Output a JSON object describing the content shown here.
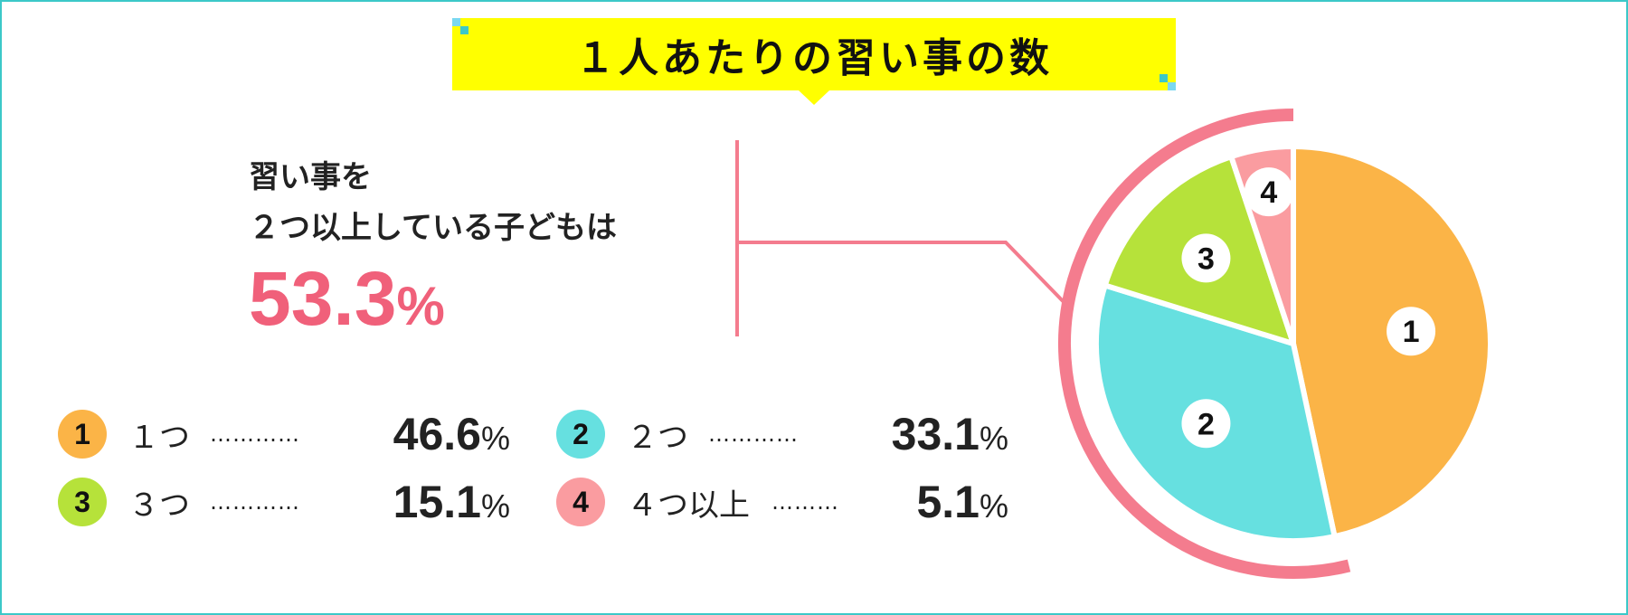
{
  "title": "１人あたりの習い事の数",
  "headline": {
    "line1": "習い事を",
    "line2": "２つ以上している子どもは",
    "value": "53.3",
    "unit": "%"
  },
  "colors": {
    "frame": "#3cc8c8",
    "title_bg": "#ffff00",
    "accent": "#f0607a",
    "arc": "#f47c8e",
    "slice_1": "#fbb447",
    "slice_2": "#66e0e0",
    "slice_3": "#b6e23a",
    "slice_4": "#fa9ca0"
  },
  "legend": [
    {
      "num": "1",
      "label": "１つ",
      "dots": "…………",
      "value": "46.6",
      "unit": "%"
    },
    {
      "num": "2",
      "label": "２つ",
      "dots": "…………",
      "value": "33.1",
      "unit": "%"
    },
    {
      "num": "3",
      "label": "３つ",
      "dots": "…………",
      "value": "15.1",
      "unit": "%"
    },
    {
      "num": "4",
      "label": "４つ以上",
      "dots": "………",
      "value": "5.1",
      "unit": "%"
    }
  ],
  "chart_data": {
    "type": "pie",
    "title": "１人あたりの習い事の数",
    "categories": [
      "１つ",
      "２つ",
      "３つ",
      "４つ以上"
    ],
    "slice_labels": [
      "1",
      "2",
      "3",
      "4"
    ],
    "values": [
      46.6,
      33.1,
      15.1,
      5.1
    ],
    "unit": "%",
    "highlight": {
      "categories": [
        "２つ",
        "３つ",
        "４つ以上"
      ],
      "value": 53.3
    }
  }
}
